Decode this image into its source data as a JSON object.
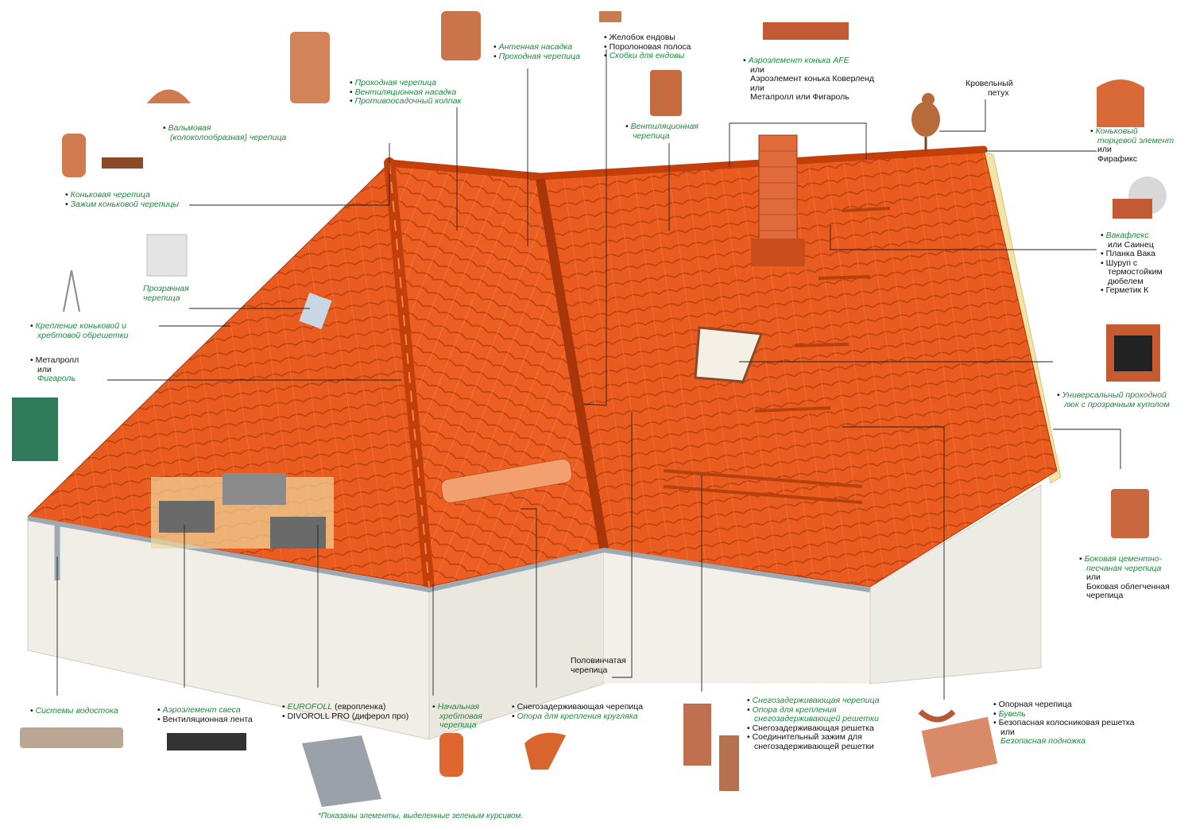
{
  "colors": {
    "tile": "#e8581e",
    "tile_dark": "#c2410c",
    "wall": "#f2f0e8",
    "green": "#1a8a3a",
    "gutter": "#aab3bd"
  },
  "labels": {
    "antenna": [
      "Антенная насадка",
      "Проходная черепица"
    ],
    "valley": [
      "Желобок ендовы",
      "Поролоновая полоса",
      "Скобки для ендовы"
    ],
    "afe": [
      "Аэроэлемент конька AFE",
      "или",
      "Аэроэлемент конька Коверленд",
      "или",
      "Металролл или Фигароль"
    ],
    "rooster": [
      "Кровельный",
      "петух"
    ],
    "passage": [
      "Проходная черепица",
      "Вентиляционная насадка",
      "Противоосадочный колпак"
    ],
    "hip_tile": [
      "Вальмовая",
      "(колоколообразная) черепица"
    ],
    "vent_tile": [
      "Вентиляционная",
      "черепица"
    ],
    "ridge_end": [
      "Коньковый",
      "торцевой элемент",
      "или",
      "Фирафикс"
    ],
    "ridge_tile": [
      "Коньковая черепица",
      "Зажим коньковой черепицы"
    ],
    "wakaflex": [
      "Вакафлекс",
      "или Саинец",
      "Планка Вака",
      "Шуруп с",
      "термостойким",
      "дюбелем",
      "Герметик К"
    ],
    "transparent": [
      "Прозрачная",
      "черепица"
    ],
    "ridge_mount": [
      "Крепление коньковой и",
      "хребтовой обрешетки"
    ],
    "metalroll": [
      "Металролл",
      "или",
      "Фигароль"
    ],
    "hatch": [
      "Универсальный проходной",
      "люк с прозрачным куполом"
    ],
    "side_tile": [
      "Боковая цементно-",
      "песчаная черепица",
      "или",
      "Боковая облегченная",
      "черепица"
    ],
    "half_tile": [
      "Половинчатая",
      "черепица"
    ],
    "drainage": [
      "Системы водостока"
    ],
    "eave_vent": [
      "Аэроэлемент свеса",
      "Вентиляционная лента"
    ],
    "eurofoll": [
      "EUROFOLL",
      "(европленка)",
      "DIVOROLL PRO",
      "(диферол про)"
    ],
    "hip_start": [
      "Начальная",
      "хребтовая",
      "черепица"
    ],
    "snow_tile": [
      "Снегозадерживающая черепица",
      "Опора для крепления кругляка"
    ],
    "snow_grid": [
      "Снегозадерживающая черепица",
      "Опора для крепления",
      "снегозадерживающей решетки",
      "Снегозадерживающая решетка",
      "Соединительный зажим для",
      "снегозадерживающей решетки"
    ],
    "support": [
      "Опорная черепица",
      "Бувель",
      "Безопасная колосниковая решетка",
      "или",
      "Безопасная подножка"
    ]
  },
  "footnote": "*Показаны элементы, выделенные зеленым курсивом."
}
